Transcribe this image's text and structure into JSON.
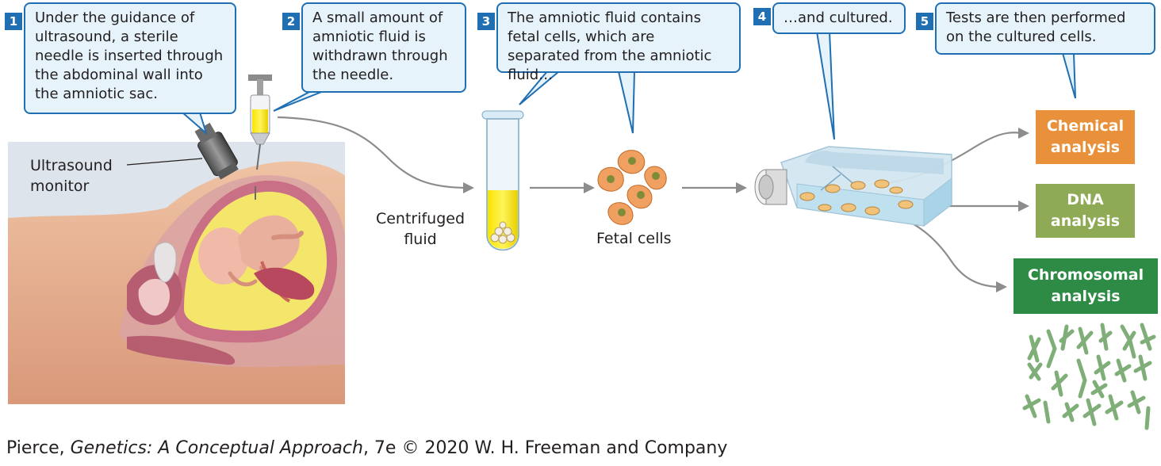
{
  "steps": [
    {
      "number": "1",
      "text": "Under the guidance of ultrasound, a sterile needle is inserted through the abdominal wall into the amniotic sac."
    },
    {
      "number": "2",
      "text": "A small amount of amniotic fluid is withdrawn through the needle."
    },
    {
      "number": "3",
      "text": "The amniotic fluid contains fetal cells, which are separated from the amniotic fluid…"
    },
    {
      "number": "4",
      "text": "…and cultured."
    },
    {
      "number": "5",
      "text": "Tests are then performed on the cultured cells."
    }
  ],
  "labels": {
    "ultrasound_line1": "Ultrasound",
    "ultrasound_line2": "monitor",
    "centrifuged_line1": "Centrifuged",
    "centrifuged_line2": "fluid",
    "fetal_cells": "Fetal cells"
  },
  "results": [
    {
      "line1": "Chemical",
      "line2": "analysis",
      "color": "#e8913a"
    },
    {
      "line1": "DNA",
      "line2": "analysis",
      "color": "#8eaa55"
    },
    {
      "line1": "Chromosomal",
      "line2": "analysis",
      "color": "#2e8b46"
    }
  ],
  "credit": {
    "author": "Pierce, ",
    "title": "Genetics: A Conceptual Approach",
    "rest": ", 7e © 2020 W. H. Freeman and Company"
  },
  "colors": {
    "step_blue": "#1f6fb2",
    "callout_fill": "#e6f3fb",
    "arrow_gray": "#8c8c8c",
    "chromosome_green": "#7fae78"
  }
}
